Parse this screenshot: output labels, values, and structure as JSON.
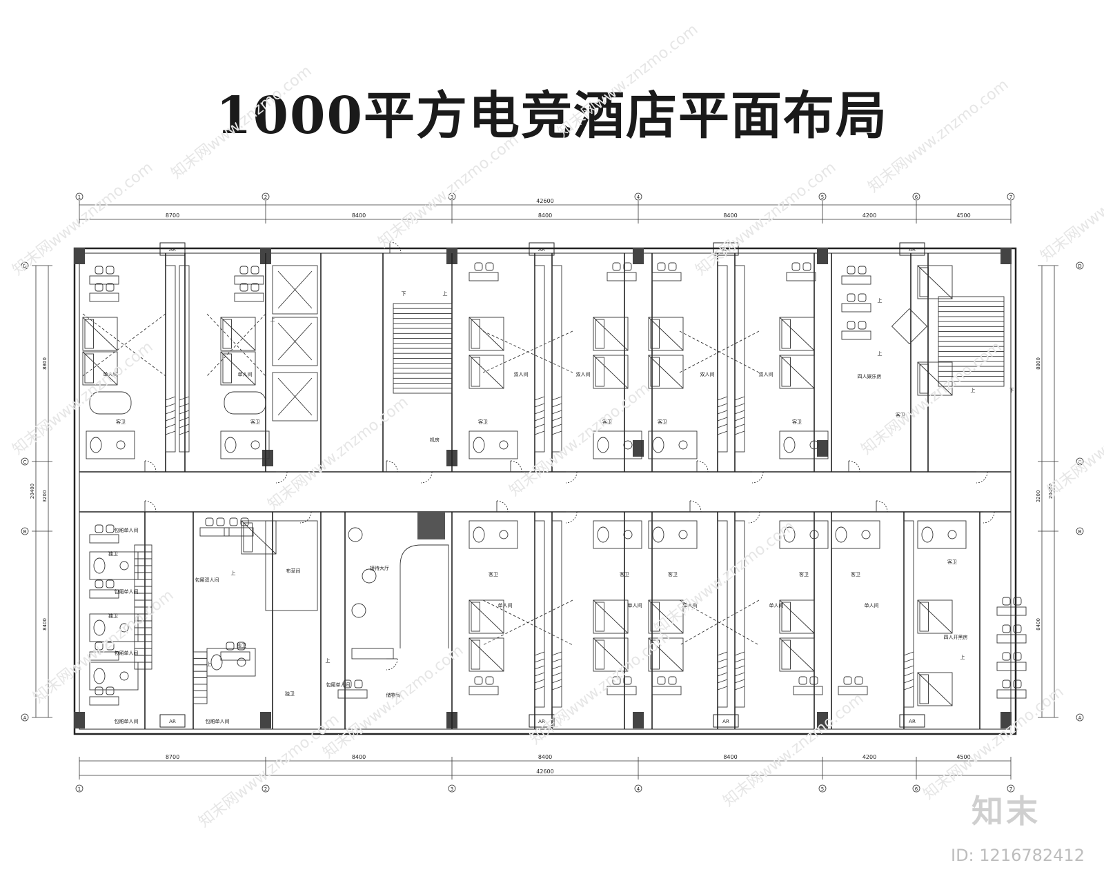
{
  "title": "1000平方电竞酒店平面布局",
  "brand": "知末",
  "image_id": "ID: 1216782412",
  "watermark": "知末网www.znzmo.com",
  "dimensions": {
    "top_total": "42600",
    "bottom_total": "42600",
    "spans": [
      "8700",
      "8400",
      "8400",
      "8400",
      "4200",
      "4500"
    ],
    "left_total": "20400",
    "vertical_spans": [
      "8800",
      "3200",
      "8400"
    ]
  },
  "axes": {
    "columns": [
      "1",
      "2",
      "3",
      "4",
      "5",
      "6",
      "7"
    ],
    "rows": [
      "D",
      "C",
      "B",
      "A"
    ]
  },
  "rooms": {
    "single": "单人间",
    "double": "双人间",
    "bath": "客卫",
    "machine": "机房",
    "four_ent": "四人娱乐房",
    "four_black": "四人开黑房",
    "box_single": "包厢单人间",
    "box_double": "包厢双人间",
    "linen": "布草间",
    "lobby": "接待大厅",
    "storage": "储物间",
    "toilet": "独卫",
    "ar": "AR",
    "up": "上",
    "down": "下"
  },
  "colors": {
    "line": "#222222",
    "column_fill": "#444444",
    "watermark": "#e6e6e6"
  }
}
